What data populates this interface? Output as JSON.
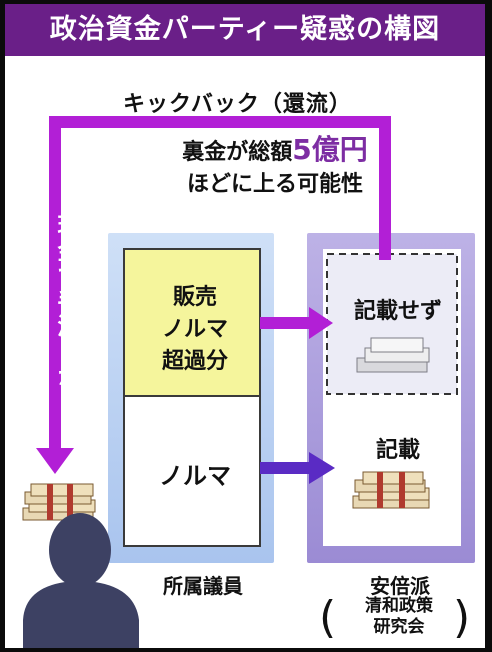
{
  "title": "政治資金パーティー疑惑の構図",
  "flow_labels": {
    "kickback": "キックバック（還流）",
    "cash_handover": "現金で手渡しか"
  },
  "headline": {
    "line1_prefix": "裏金が総額",
    "amount": "5億円",
    "line2": "ほどに上る可能性"
  },
  "member": {
    "over_quota": [
      "販売",
      "ノルマ",
      "超過分"
    ],
    "quota": "ノルマ",
    "label": "所属議員"
  },
  "faction": {
    "not_recorded": "記載せず",
    "recorded": "記載",
    "label": "安倍派",
    "group_line1": "清和政策",
    "group_line2": "研究会"
  },
  "colors": {
    "title_bg": "#6a1f88",
    "kickback_arrow": "#b21fd6",
    "member_column": "#b3cdf2",
    "faction_column": "#a89ad9",
    "over_quota_box": "#f5f59c",
    "quota_arrow": "#5a2bc4",
    "amount_text": "#7d2da3"
  },
  "icons": [
    "money-stack-icon",
    "silver-stack-icon",
    "person-silhouette-icon"
  ]
}
